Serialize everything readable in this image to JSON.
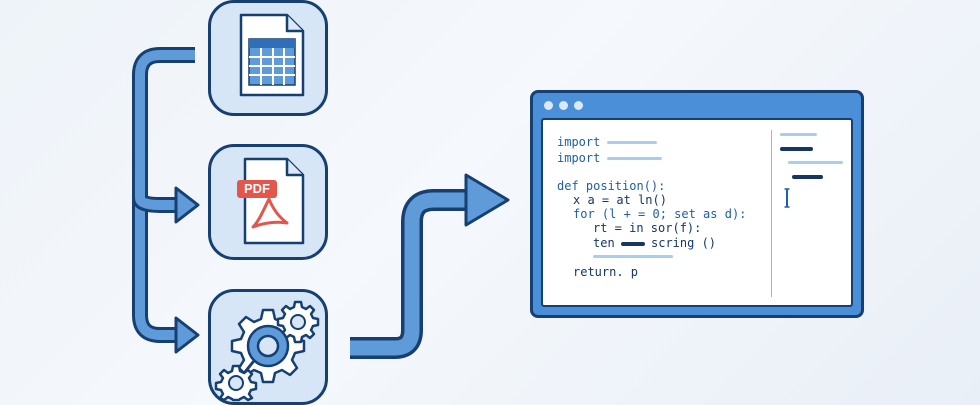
{
  "diagram": {
    "sources": [
      {
        "name": "spreadsheet",
        "icon": "spreadsheet-icon"
      },
      {
        "name": "pdf",
        "icon": "pdf-icon",
        "tag": "PDF"
      },
      {
        "name": "settings",
        "icon": "gears-icon"
      }
    ],
    "colors": {
      "arrow_fill": "#5f9ad9",
      "outline": "#163f72",
      "box_fill": "#d6e6f7",
      "window_frame": "#4c8fd9",
      "pdf_red": "#e2564b"
    }
  },
  "editor": {
    "code_lines": [
      "import",
      "import",
      "def position():",
      "x a = at ln()",
      "for (l + = 0; set as d):",
      "rt = in sor(f):",
      "ten",
      "scring ()",
      "return. p"
    ]
  }
}
